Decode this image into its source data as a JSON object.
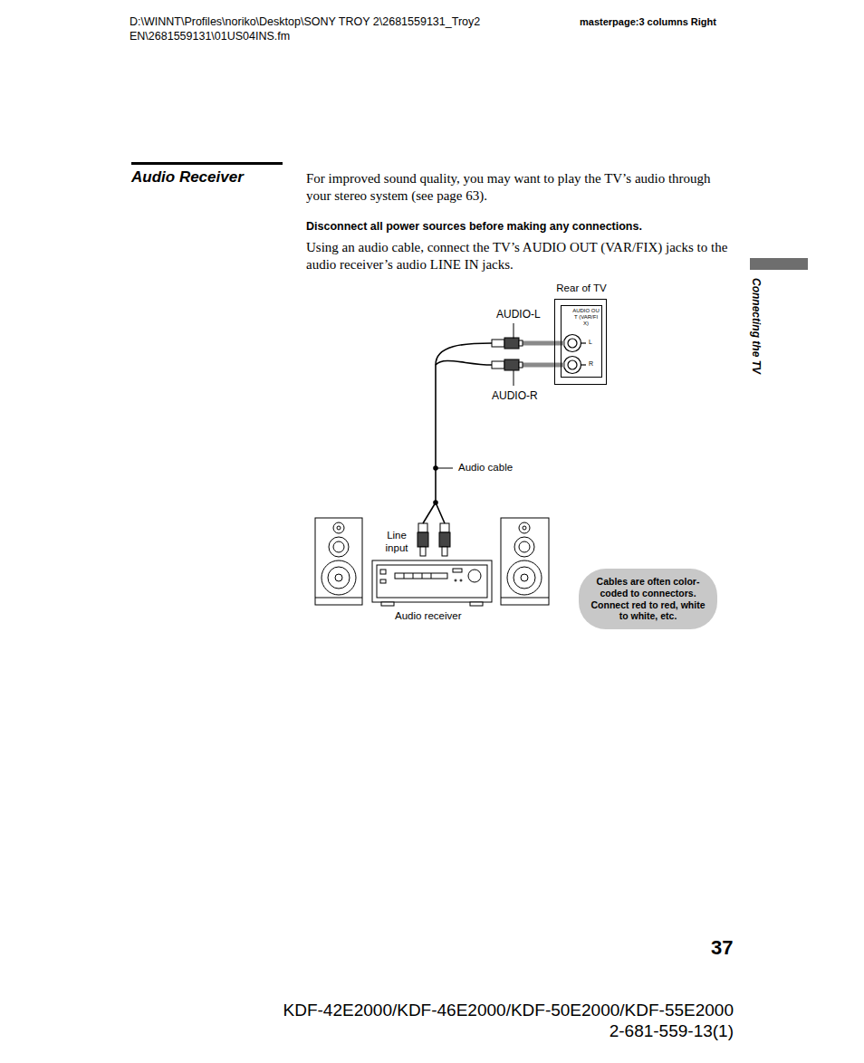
{
  "diagram": {
    "title": "Audio Receiver",
    "nodes": [
      {
        "text": [
          "Rear of TV"
        ]
      },
      {
        "text": [
          "AUDIO OUT (VAR/FIX)",
          "L",
          "R"
        ],
        "in": 0
      },
      {
        "text": [
          "Cables are often color-coded to connectors. Connect red to red, white to white, etc."
        ]
      }
    ],
    "labels": [
      "D:\\WINNT\\Profiles\\noriko\\Desktop\\SONY TROY 2\\2681559131_Troy2 EN\\2681559131\\01US04INS.fm",
      "masterpage:3 columns Right",
      "For improved sound quality, you may want to play the TV’s audio through your stereo system (see page 63).",
      "Disconnect all power sources before making any connections.",
      "Using an audio cable, connect the TV’s AUDIO OUT (VAR/FIX) jacks to the audio receiver’s audio LINE IN jacks.",
      "AUDIO-L",
      "AUDIO-R",
      "Audio cable",
      "Line input",
      "Audio receiver",
      "Connecting the TV",
      "37",
      "KDF-42E2000/KDF-46E2000/KDF-50E2000/KDF-55E2000",
      "2-681-559-13(1)"
    ]
  }
}
